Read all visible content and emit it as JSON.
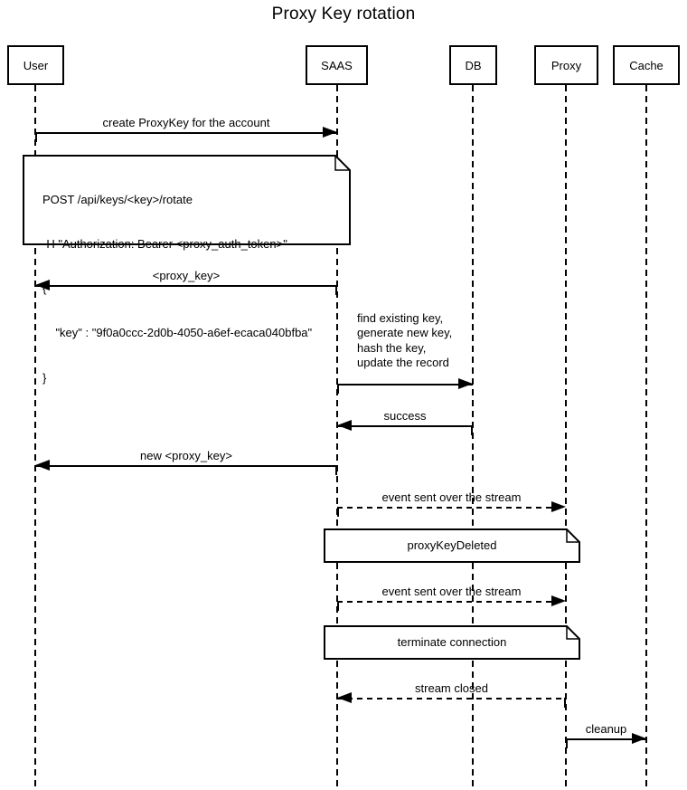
{
  "title": "Proxy Key rotation",
  "participants": [
    {
      "id": "user",
      "label": "User"
    },
    {
      "id": "saas",
      "label": "SAAS"
    },
    {
      "id": "db",
      "label": "DB"
    },
    {
      "id": "proxy",
      "label": "Proxy"
    },
    {
      "id": "cache",
      "label": "Cache"
    }
  ],
  "messages": [
    {
      "from": "User",
      "to": "SAAS",
      "line": "solid",
      "label": "create ProxyKey for the account"
    },
    {
      "from": "SAAS",
      "to": "User",
      "line": "solid",
      "label": "<proxy_key>"
    },
    {
      "from": "SAAS",
      "to": "DB",
      "line": "solid",
      "label_lines": [
        "find existing key,",
        "generate new key,",
        "hash the key,",
        "update the record"
      ]
    },
    {
      "from": "DB",
      "to": "SAAS",
      "line": "solid",
      "label": "success"
    },
    {
      "from": "SAAS",
      "to": "User",
      "line": "solid",
      "label": "new <proxy_key>"
    },
    {
      "from": "SAAS",
      "to": "Proxy",
      "line": "dashed",
      "label": "event sent over the stream"
    },
    {
      "from": "SAAS",
      "to": "Proxy",
      "line": "dashed",
      "label": "event sent over the stream"
    },
    {
      "from": "Proxy",
      "to": "SAAS",
      "line": "dashed",
      "label": "stream closed"
    },
    {
      "from": "Proxy",
      "to": "Cache",
      "line": "solid",
      "label": "cleanup"
    }
  ],
  "notes": [
    {
      "lines": [
        "POST /api/keys/<key>/rotate",
        "-H \"Authorization: Bearer <proxy_auth_token>\"",
        "{",
        "    \"key\" : \"9f0a0ccc-2d0b-4050-a6ef-ecaca040bfba\"",
        "}"
      ]
    },
    {
      "label": "proxyKeyDeleted"
    },
    {
      "label": "terminate connection"
    }
  ],
  "colors": {
    "stroke": "#000000",
    "background": "#ffffff"
  }
}
